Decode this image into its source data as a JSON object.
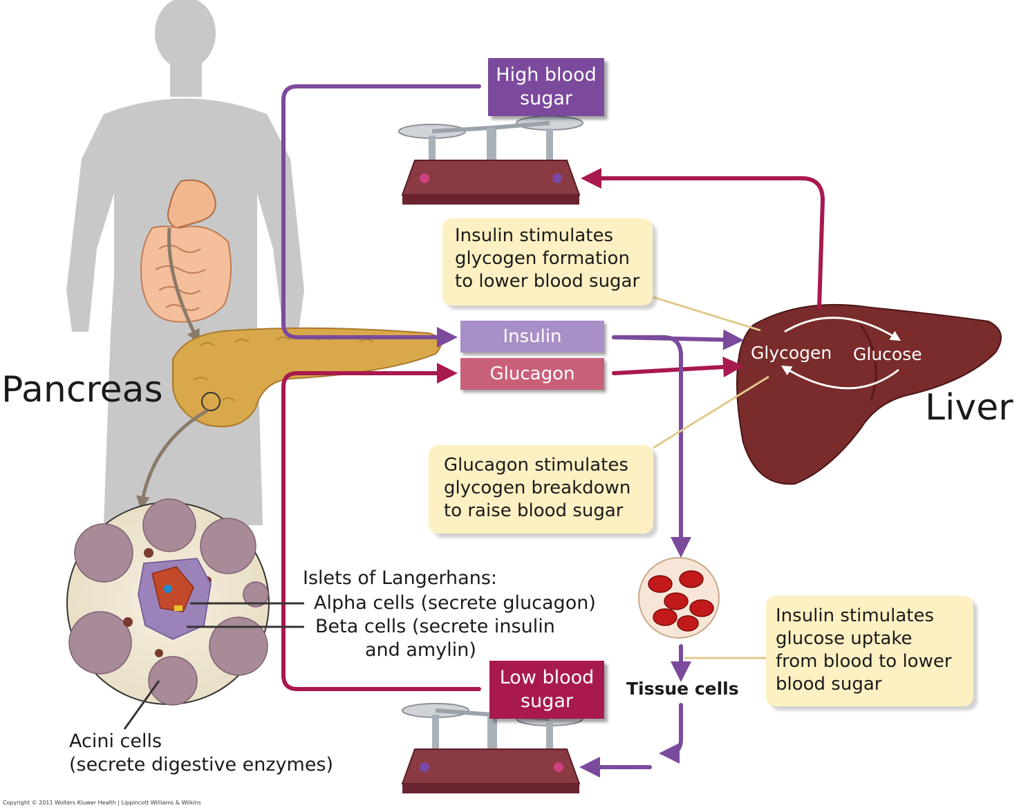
{
  "labels": {
    "high_blood_sugar": [
      "High blood",
      "sugar"
    ],
    "low_blood_sugar": [
      "Low blood",
      "sugar"
    ],
    "insulin": "Insulin",
    "glucagon": "Glucagon",
    "pancreas": "Pancreas",
    "liver": "Liver",
    "glycogen": "Glycogen",
    "glucose": "Glucose",
    "tissue_cells": "Tissue cells",
    "islets_title": "Islets of Langerhans:",
    "alpha_cells": "Alpha cells (secrete glucagon)",
    "beta_cells_1": "Beta cells (secrete insulin",
    "beta_cells_2": "and amylin)",
    "acini_1": "Acini cells",
    "acini_2": "(secrete digestive enzymes)",
    "copyright": "Copyright © 2011 Wolters Kluwer Health | Lippincott Williams & Wilkins"
  },
  "notes": {
    "insulin_glycogen": [
      "Insulin stimulates",
      "glycogen formation",
      "to lower blood sugar"
    ],
    "glucagon_breakdown": [
      "Glucagon stimulates",
      "glycogen breakdown",
      "to raise blood sugar"
    ],
    "insulin_uptake": [
      "Insulin stimulates",
      "glucose uptake",
      "from blood to lower",
      "blood sugar"
    ]
  },
  "colors": {
    "insulin_purple": "#7b4a9c",
    "glucagon_magenta": "#a8194f",
    "insulin_bar": "#a98fc8",
    "glucagon_bar": "#c9607a",
    "liver": "#7a2b2b",
    "note_bg": "#fdf0c2",
    "silhouette": "#c8c8c8"
  }
}
